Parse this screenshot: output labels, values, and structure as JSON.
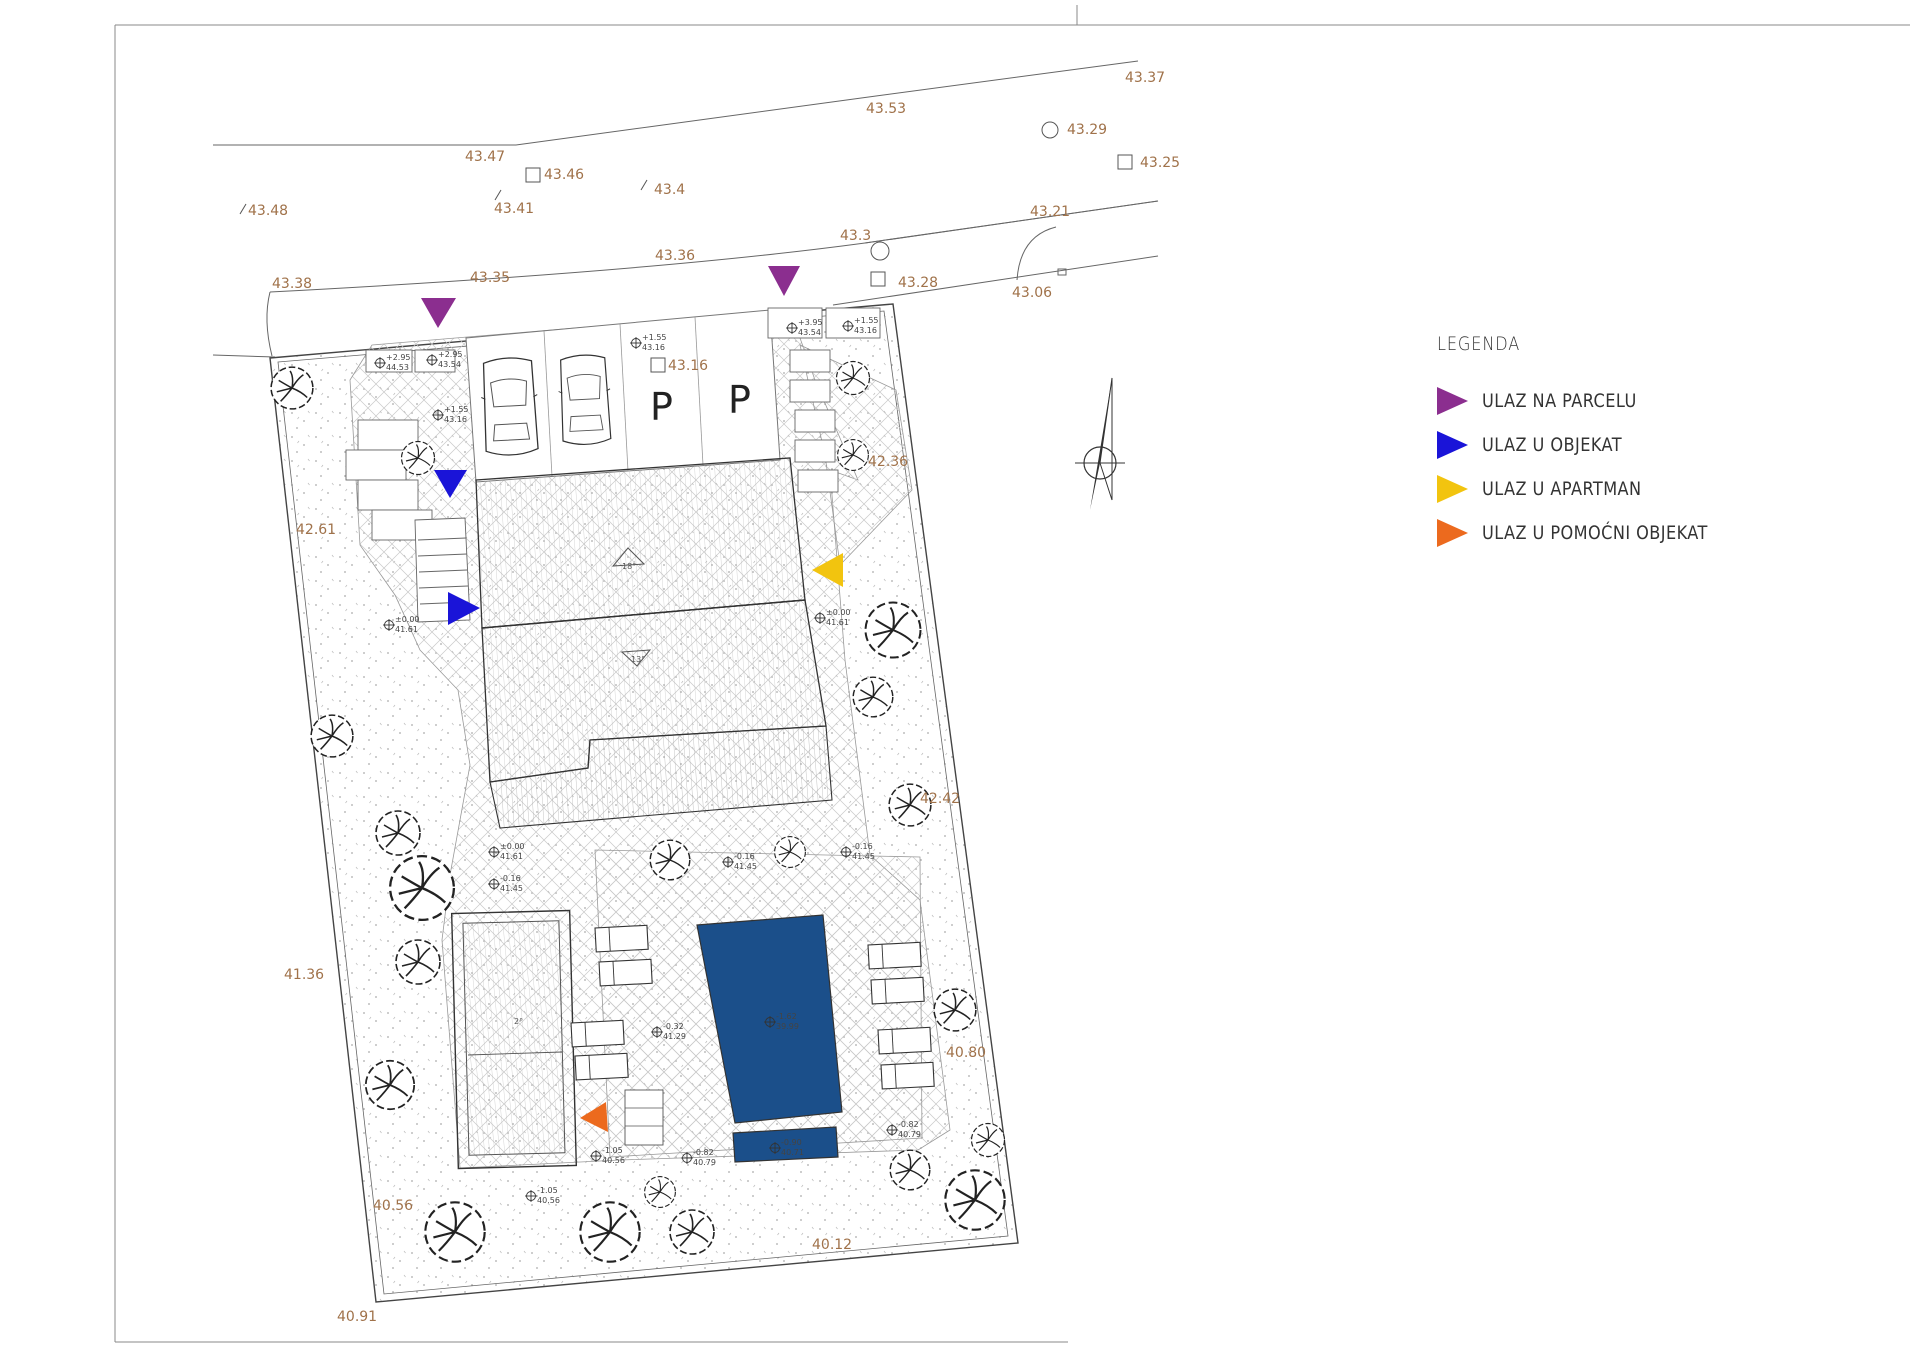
{
  "legend": {
    "title": "LEGENDA",
    "items": [
      {
        "label": "ULAZ NA PARCELU",
        "color": "#8b2e8f"
      },
      {
        "label": "ULAZ U OBJEKAT",
        "color": "#1a14d8"
      },
      {
        "label": "ULAZ U APARTMAN",
        "color": "#f2c40f"
      },
      {
        "label": "ULAZ U POMOĆNI OBJEKAT",
        "color": "#ec6a1e"
      }
    ]
  },
  "elevations": {
    "e1": "43.37",
    "e2": "43.53",
    "e3": "43.29",
    "e4": "43.25",
    "e5": "43.47",
    "e6": "43.46",
    "e7": "43.4",
    "e8": "43.41",
    "e9": "43.48",
    "e10": "43.21",
    "e11": "43.3",
    "e12": "43.36",
    "e13": "43.35",
    "e14": "43.38",
    "e15": "43.28",
    "e16": "43.06",
    "e17": "43.16",
    "e18": "42.36",
    "e19": "42.61",
    "e20": "41.36",
    "e21": "40.80",
    "e22": "40.56",
    "e23": "40.12",
    "e24": "40.91",
    "e25": "42.42"
  },
  "spot_levels": {
    "s1a": "+2.95",
    "s1b": "44.53",
    "s2a": "+2.95",
    "s2b": "43.54",
    "s3a": "+1.55",
    "s3b": "43.16",
    "s4a": "+1.55",
    "s4b": "43.16",
    "s5a": "+3.95",
    "s5b": "43.54",
    "s6a": "+1.55",
    "s6b": "43.16",
    "s7a": "±0.00",
    "s7b": "41.61",
    "s8a": "±0.00",
    "s8b": "41.61",
    "s9a": "±0.00",
    "s9b": "41.61",
    "s10a": "-0.16",
    "s10b": "41.45",
    "s11a": "-0.16",
    "s11b": "41.45",
    "s12a": "-0.16",
    "s12b": "41.45",
    "s13a": "-0.32",
    "s13b": "41.29",
    "s14a": "-1.62",
    "s14b": "39.99",
    "s15a": "-1.05",
    "s15b": "40.56",
    "s16a": "-1.05",
    "s16b": "40.56",
    "s17a": "-0.82",
    "s17b": "40.79",
    "s18a": "-0.82",
    "s18b": "40.79",
    "s19a": "-0.90",
    "s19b": "40.71"
  },
  "roof_slopes": {
    "r1": "18°",
    "r2": "13°",
    "r3": "2°"
  },
  "parking": {
    "p1": "P",
    "p2": "P"
  },
  "colors": {
    "pool": "#1b4f8a",
    "label": "#a0724a",
    "line": "#333333"
  }
}
